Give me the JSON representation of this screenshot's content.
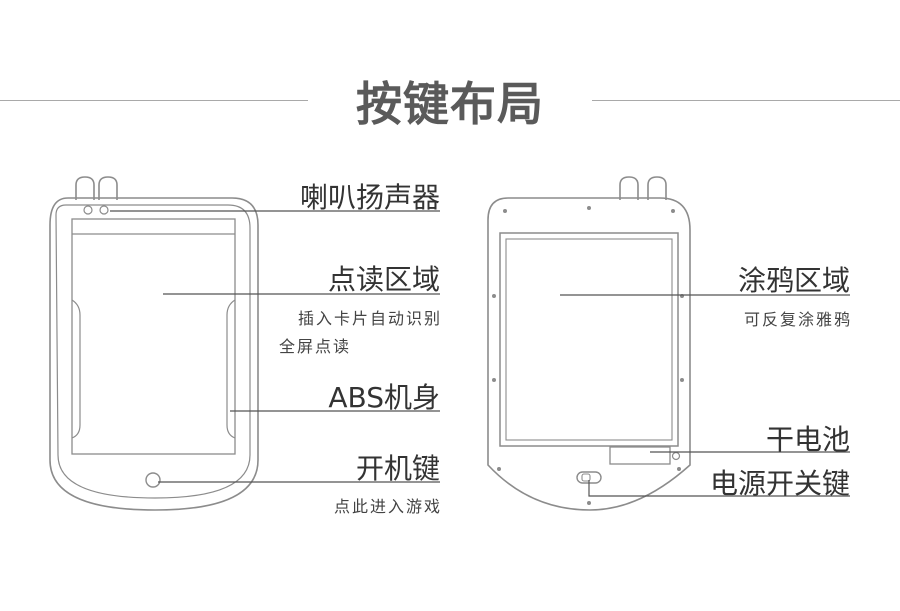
{
  "title": "按键布局",
  "left_device": {
    "speaker": {
      "label": "喇叭扬声器"
    },
    "read_area": {
      "label": "点读区域",
      "desc_line1": "插入卡片自动识别",
      "desc_line2": "全屏点读"
    },
    "abs_body": {
      "label": "ABS机身"
    },
    "power_button": {
      "label": "开机键",
      "desc": "点此进入游戏"
    }
  },
  "right_device": {
    "doodle_area": {
      "label": "涂鸦区域",
      "desc": "可反复涂雅鸦"
    },
    "battery": {
      "label": "干电池"
    },
    "power_switch": {
      "label": "电源开关键"
    }
  },
  "colors": {
    "outline": "#8c8c8c",
    "leader": "#555555",
    "title": "#5a5a5a"
  }
}
